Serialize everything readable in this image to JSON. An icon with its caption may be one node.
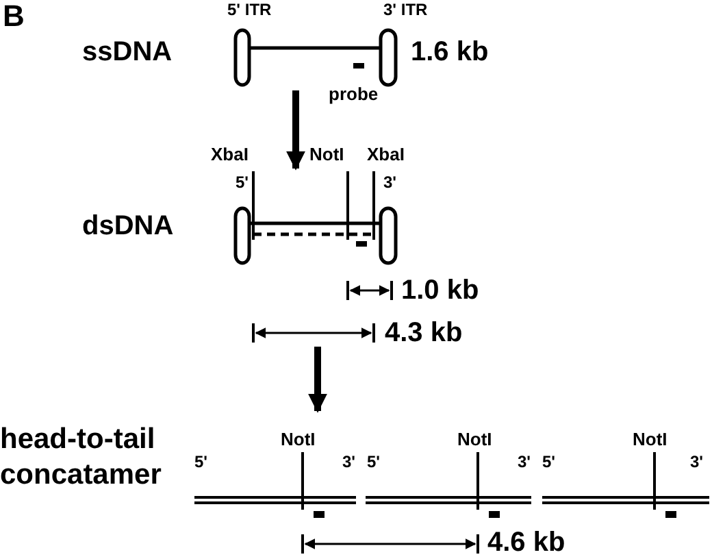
{
  "diagram": {
    "nodes": [
      {
        "text": [],
        "shape": "picture",
        "beside": [
          "ssDNA",
          "1.6 kb"
        ]
      },
      {
        "text": [],
        "shape": "picture",
        "beside": [
          "dsDNA",
          "1.0 kb",
          "4.3 kb"
        ]
      },
      {
        "text": [],
        "shape": "picture",
        "beside": [
          "head-to-tail concatamer",
          "4.6 kb"
        ]
      }
    ],
    "edges": [
      {
        "from": 0,
        "to": 1,
        "arrow": "to"
      },
      {
        "from": 1,
        "to": 2,
        "arrow": "to"
      }
    ],
    "labels": [
      "B",
      "5' ITR",
      "3' ITR",
      "probe",
      "XbaI",
      "NotI",
      "XbaI",
      "5'",
      "3'",
      "NotI",
      "NotI",
      "NotI",
      "5'",
      "3'",
      "5'",
      "3'",
      "5'",
      "3'"
    ]
  }
}
